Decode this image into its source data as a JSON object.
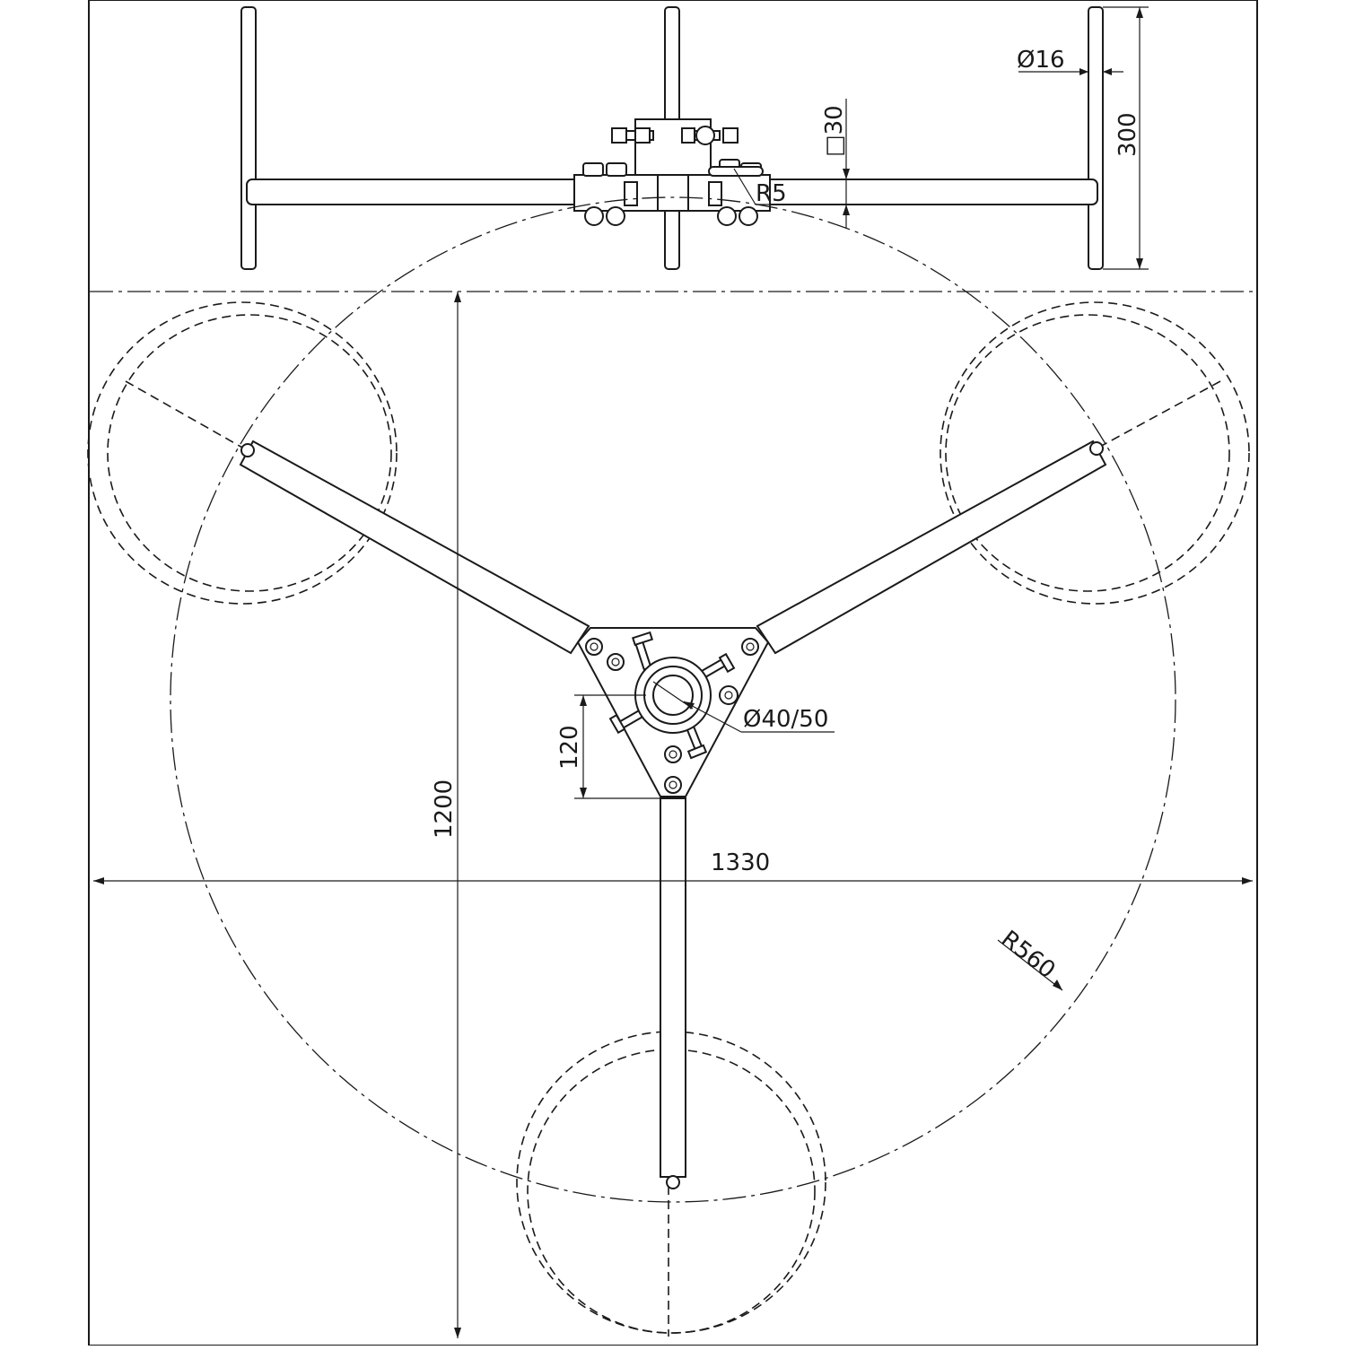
{
  "dimensions": {
    "rod_diameter": "Ø16",
    "height": "300",
    "square_section": "□30",
    "bend_radius": "R5",
    "mast_diameter": "Ø40/50",
    "plate_depth": "120",
    "overall_depth": "1200",
    "overall_width": "1330",
    "pitch_radius": "R560"
  }
}
